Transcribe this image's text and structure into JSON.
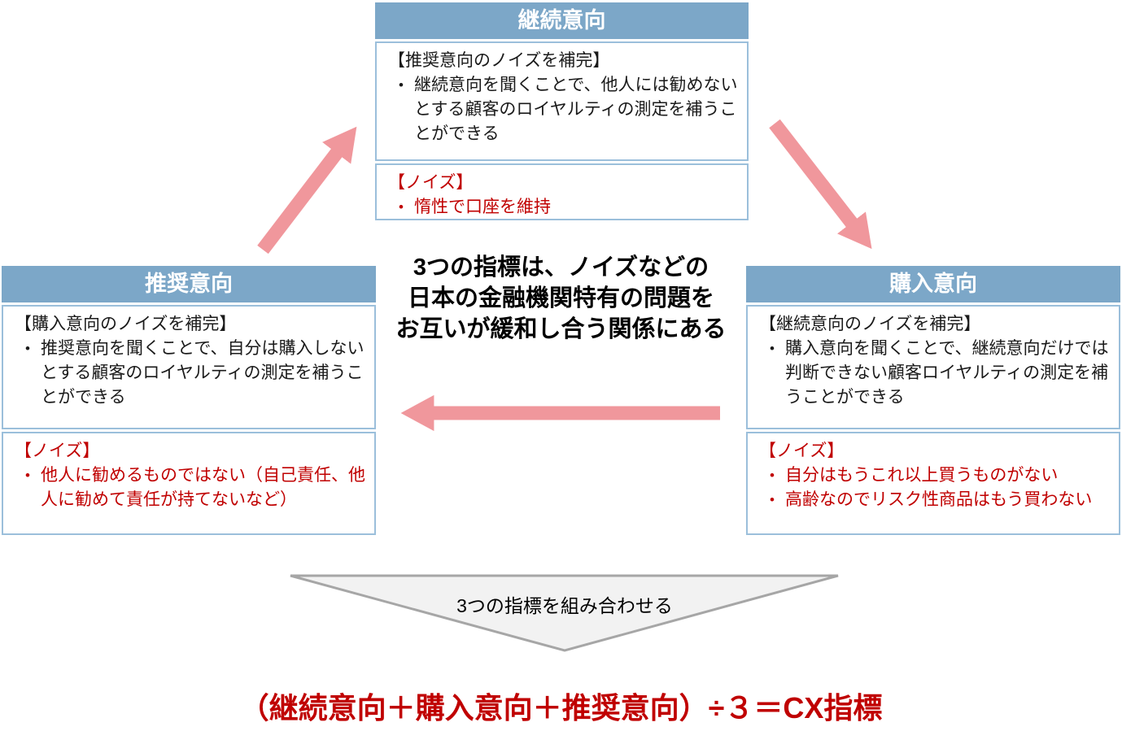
{
  "bullet_char": "•",
  "colors": {
    "header_blue": "#7CA7C8",
    "section_border": "#9BBFDB",
    "noise_red": "#C00000",
    "arrow_pink": "#F0979C",
    "funnel_fill": "#F2F2F2",
    "funnel_border": "#A6A6A6",
    "formula_red": "#C00000"
  },
  "boxes": {
    "top": {
      "title": "継続意向",
      "complement_title": "【推奨意向のノイズを補完】",
      "complement_items": [
        "継続意向を聞くことで、他人には勧めないとする顧客のロイヤルティの測定を補うことができる"
      ],
      "noise_title": "【ノイズ】",
      "noise_items": [
        "惰性で口座を維持"
      ]
    },
    "left": {
      "title": "推奨意向",
      "complement_title": "【購入意向のノイズを補完】",
      "complement_items": [
        "推奨意向を聞くことで、自分は購入しないとする顧客のロイヤルティの測定を補うことができる"
      ],
      "noise_title": "【ノイズ】",
      "noise_items": [
        "他人に勧めるものではない（自己責任、他人に勧めて責任が持てないなど）"
      ]
    },
    "right": {
      "title": "購入意向",
      "complement_title": "【継続意向のノイズを補完】",
      "complement_items": [
        "購入意向を聞くことで、継続意向だけでは判断できない顧客ロイヤルティの測定を補うことができる"
      ],
      "noise_title": "【ノイズ】",
      "noise_items": [
        "自分はもうこれ以上買うものがない",
        "高齢なのでリスク性商品はもう買わない"
      ]
    }
  },
  "center_note": {
    "lines": [
      "3つの指標は、ノイズなどの",
      "日本の金融機関特有の問題を",
      "お互いが緩和し合う関係にある"
    ]
  },
  "funnel": {
    "label": "3つの指標を組み合わせる"
  },
  "formula": {
    "text": "（継続意向＋購入意向＋推奨意向）÷３＝CX指標"
  }
}
